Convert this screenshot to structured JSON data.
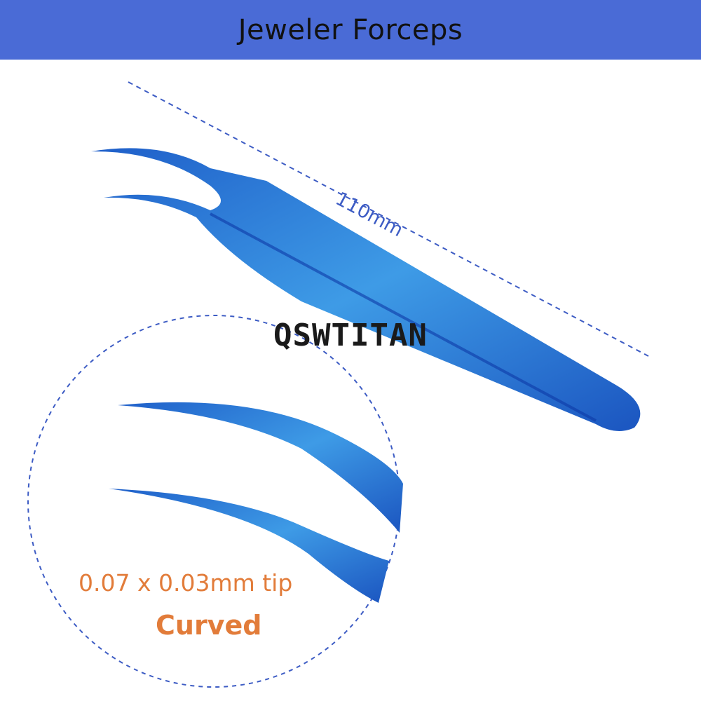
{
  "header": {
    "title": "Jeweler Forceps"
  },
  "dimension": {
    "length_label": "110mm"
  },
  "watermark": {
    "brand": "QSWTITAN"
  },
  "callout": {
    "tip_size": "0.07 x 0.03mm tip",
    "tip_shape": "Curved"
  },
  "colors": {
    "header": "#4a6bd6",
    "accent": "#e27c3a",
    "dashed": "#3d5cc4",
    "instrument": "#2a7fd6"
  }
}
